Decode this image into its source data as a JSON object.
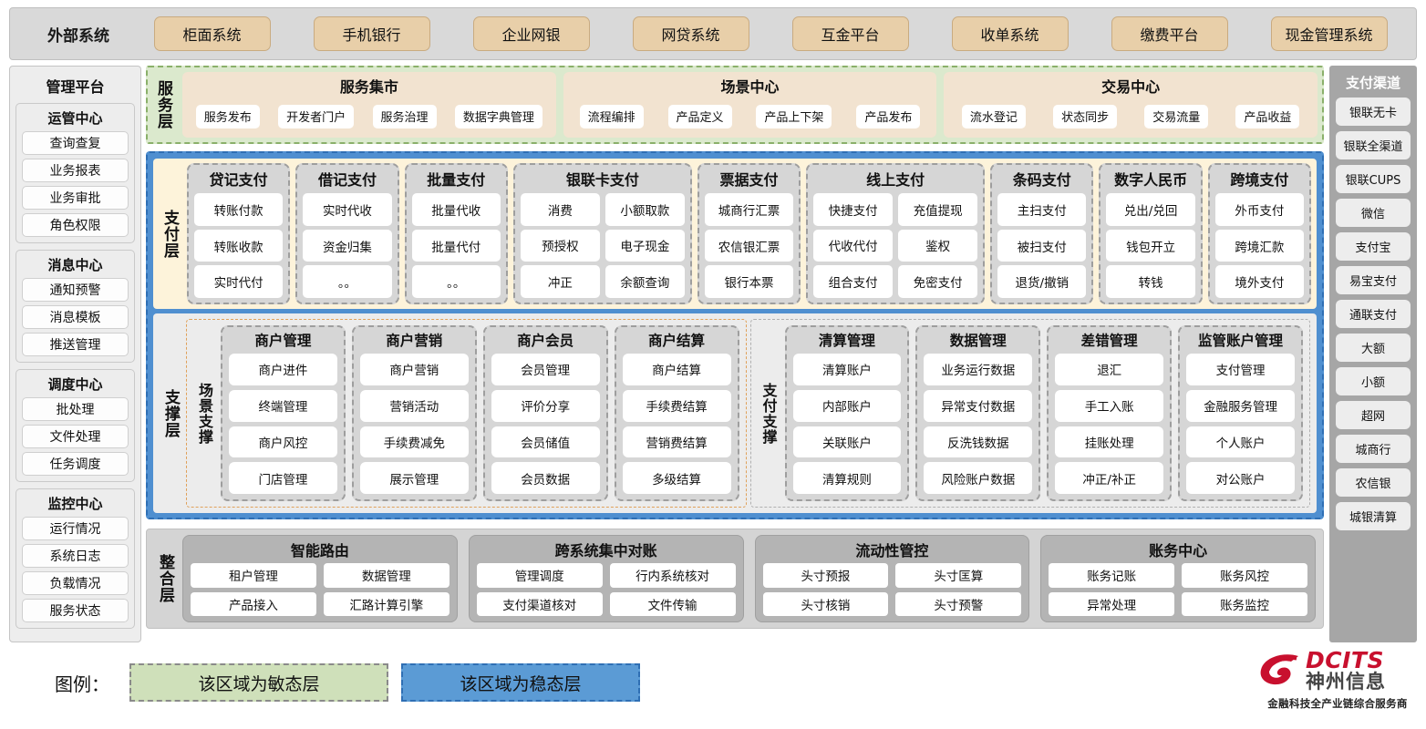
{
  "external": {
    "title": "外部系统",
    "items": [
      "柜面系统",
      "手机银行",
      "企业网银",
      "网贷系统",
      "互金平台",
      "收单系统",
      "缴费平台",
      "现金管理系统"
    ]
  },
  "left_sidebar": {
    "title": "管理平台",
    "groups": [
      {
        "title": "运管中心",
        "items": [
          "查询查复",
          "业务报表",
          "业务审批",
          "角色权限"
        ]
      },
      {
        "title": "消息中心",
        "items": [
          "通知预警",
          "消息模板",
          "推送管理"
        ]
      },
      {
        "title": "调度中心",
        "items": [
          "批处理",
          "文件处理",
          "任务调度"
        ]
      },
      {
        "title": "监控中心",
        "items": [
          "运行情况",
          "系统日志",
          "负载情况",
          "服务状态"
        ]
      }
    ]
  },
  "right_sidebar": {
    "title": "支付渠道",
    "items": [
      "银联无卡",
      "银联全渠道",
      "银联CUPS",
      "微信",
      "支付宝",
      "易宝支付",
      "通联支付",
      "大额",
      "小额",
      "超网",
      "城商行",
      "农信银",
      "城银清算"
    ]
  },
  "service_layer": {
    "label": "服务层",
    "groups": [
      {
        "title": "服务集市",
        "items": [
          "服务发布",
          "开发者门户",
          "服务治理",
          "数据字典管理"
        ]
      },
      {
        "title": "场景中心",
        "items": [
          "流程编排",
          "产品定义",
          "产品上下架",
          "产品发布"
        ]
      },
      {
        "title": "交易中心",
        "items": [
          "流水登记",
          "状态同步",
          "交易流量",
          "产品收益"
        ]
      }
    ]
  },
  "payment_layer": {
    "label": "支付层",
    "groups": [
      {
        "title": "贷记支付",
        "wide": false,
        "items": [
          "转账付款",
          "转账收款",
          "实时代付"
        ]
      },
      {
        "title": "借记支付",
        "wide": false,
        "items": [
          "实时代收",
          "资金归集",
          "。。"
        ]
      },
      {
        "title": "批量支付",
        "wide": false,
        "items": [
          "批量代收",
          "批量代付",
          "。。"
        ]
      },
      {
        "title": "银联卡支付",
        "wide": true,
        "items": [
          "消费",
          "小额取款",
          "预授权",
          "电子现金",
          "冲正",
          "余额查询"
        ]
      },
      {
        "title": "票据支付",
        "wide": false,
        "items": [
          "城商行汇票",
          "农信银汇票",
          "银行本票"
        ]
      },
      {
        "title": "线上支付",
        "wide": true,
        "items": [
          "快捷支付",
          "充值提现",
          "代收代付",
          "鉴权",
          "组合支付",
          "免密支付"
        ]
      },
      {
        "title": "条码支付",
        "wide": false,
        "items": [
          "主扫支付",
          "被扫支付",
          "退货/撤销"
        ]
      },
      {
        "title": "数字人民币",
        "wide": false,
        "items": [
          "兑出/兑回",
          "钱包开立",
          "转钱"
        ]
      },
      {
        "title": "跨境支付",
        "wide": false,
        "items": [
          "外币支付",
          "跨境汇款",
          "境外支付"
        ]
      }
    ]
  },
  "support_layer": {
    "label": "支撑层",
    "scene": {
      "label": "场景支撑",
      "groups": [
        {
          "title": "商户管理",
          "items": [
            "商户进件",
            "终端管理",
            "商户风控",
            "门店管理"
          ]
        },
        {
          "title": "商户营销",
          "items": [
            "商户营销",
            "营销活动",
            "手续费减免",
            "展示管理"
          ]
        },
        {
          "title": "商户会员",
          "items": [
            "会员管理",
            "评价分享",
            "会员储值",
            "会员数据"
          ]
        },
        {
          "title": "商户结算",
          "items": [
            "商户结算",
            "手续费结算",
            "营销费结算",
            "多级结算"
          ]
        }
      ]
    },
    "paysupport": {
      "label": "支付支撑",
      "groups": [
        {
          "title": "清算管理",
          "items": [
            "清算账户",
            "内部账户",
            "关联账户",
            "清算规则"
          ]
        },
        {
          "title": "数据管理",
          "items": [
            "业务运行数据",
            "异常支付数据",
            "反洗钱数据",
            "风险账户数据"
          ]
        },
        {
          "title": "差错管理",
          "items": [
            "退汇",
            "手工入账",
            "挂账处理",
            "冲正/补正"
          ]
        },
        {
          "title": "监管账户管理",
          "items": [
            "支付管理",
            "金融服务管理",
            "个人账户",
            "对公账户"
          ]
        }
      ]
    }
  },
  "integration_layer": {
    "label": "整合层",
    "groups": [
      {
        "title": "智能路由",
        "items": [
          "租户管理",
          "数据管理",
          "产品接入",
          "汇路计算引擎"
        ]
      },
      {
        "title": "跨系统集中对账",
        "items": [
          "管理调度",
          "行内系统核对",
          "支付渠道核对",
          "文件传输"
        ]
      },
      {
        "title": "流动性管控",
        "items": [
          "头寸预报",
          "头寸匡算",
          "头寸核销",
          "头寸预警"
        ]
      },
      {
        "title": "账务中心",
        "items": [
          "账务记账",
          "账务风控",
          "异常处理",
          "账务监控"
        ]
      }
    ]
  },
  "legend": {
    "label": "图例：",
    "agile_text": "该区域为敏态层",
    "stable_text": "该区域为稳态层",
    "agile_color": "#cfe0ba",
    "stable_color": "#5b9bd5"
  },
  "logo": {
    "brand": "DCITS",
    "brand_cn": "神州信息",
    "tagline": "金融科技全产业链综合服务商",
    "brand_color": "#c8102e"
  }
}
